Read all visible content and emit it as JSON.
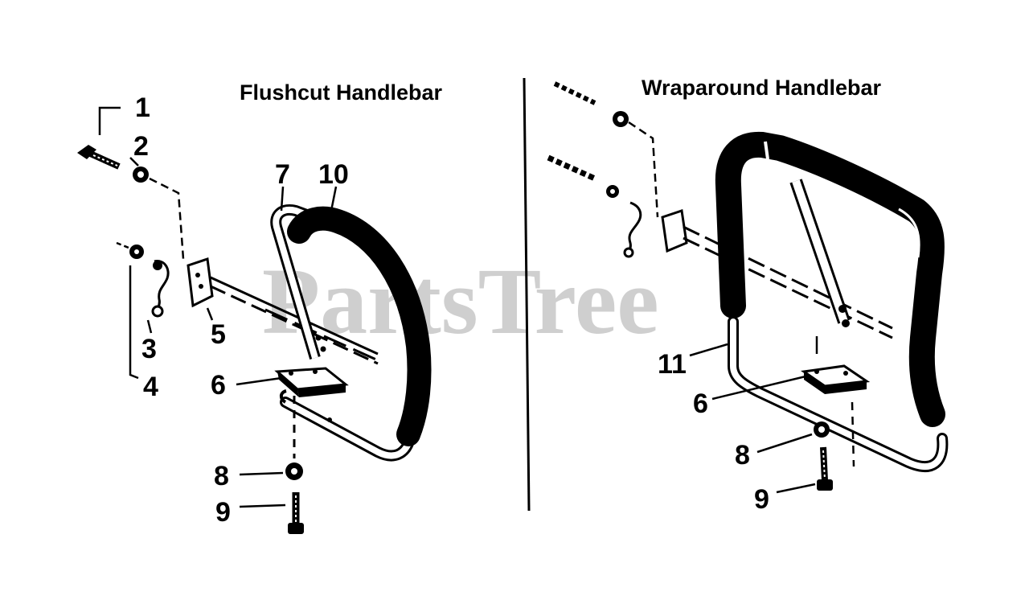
{
  "diagram": {
    "left_title": "Flushcut Handlebar",
    "right_title": "Wraparound Handlebar",
    "watermark": "PartsTree",
    "left_callouts": {
      "c1": "1",
      "c2": "2",
      "c3": "3",
      "c4": "4",
      "c5": "5",
      "c6": "6",
      "c7": "7",
      "c8": "8",
      "c9": "9",
      "c10": "10"
    },
    "right_callouts": {
      "c11": "11",
      "c6": "6",
      "c8": "8",
      "c9": "9"
    }
  }
}
